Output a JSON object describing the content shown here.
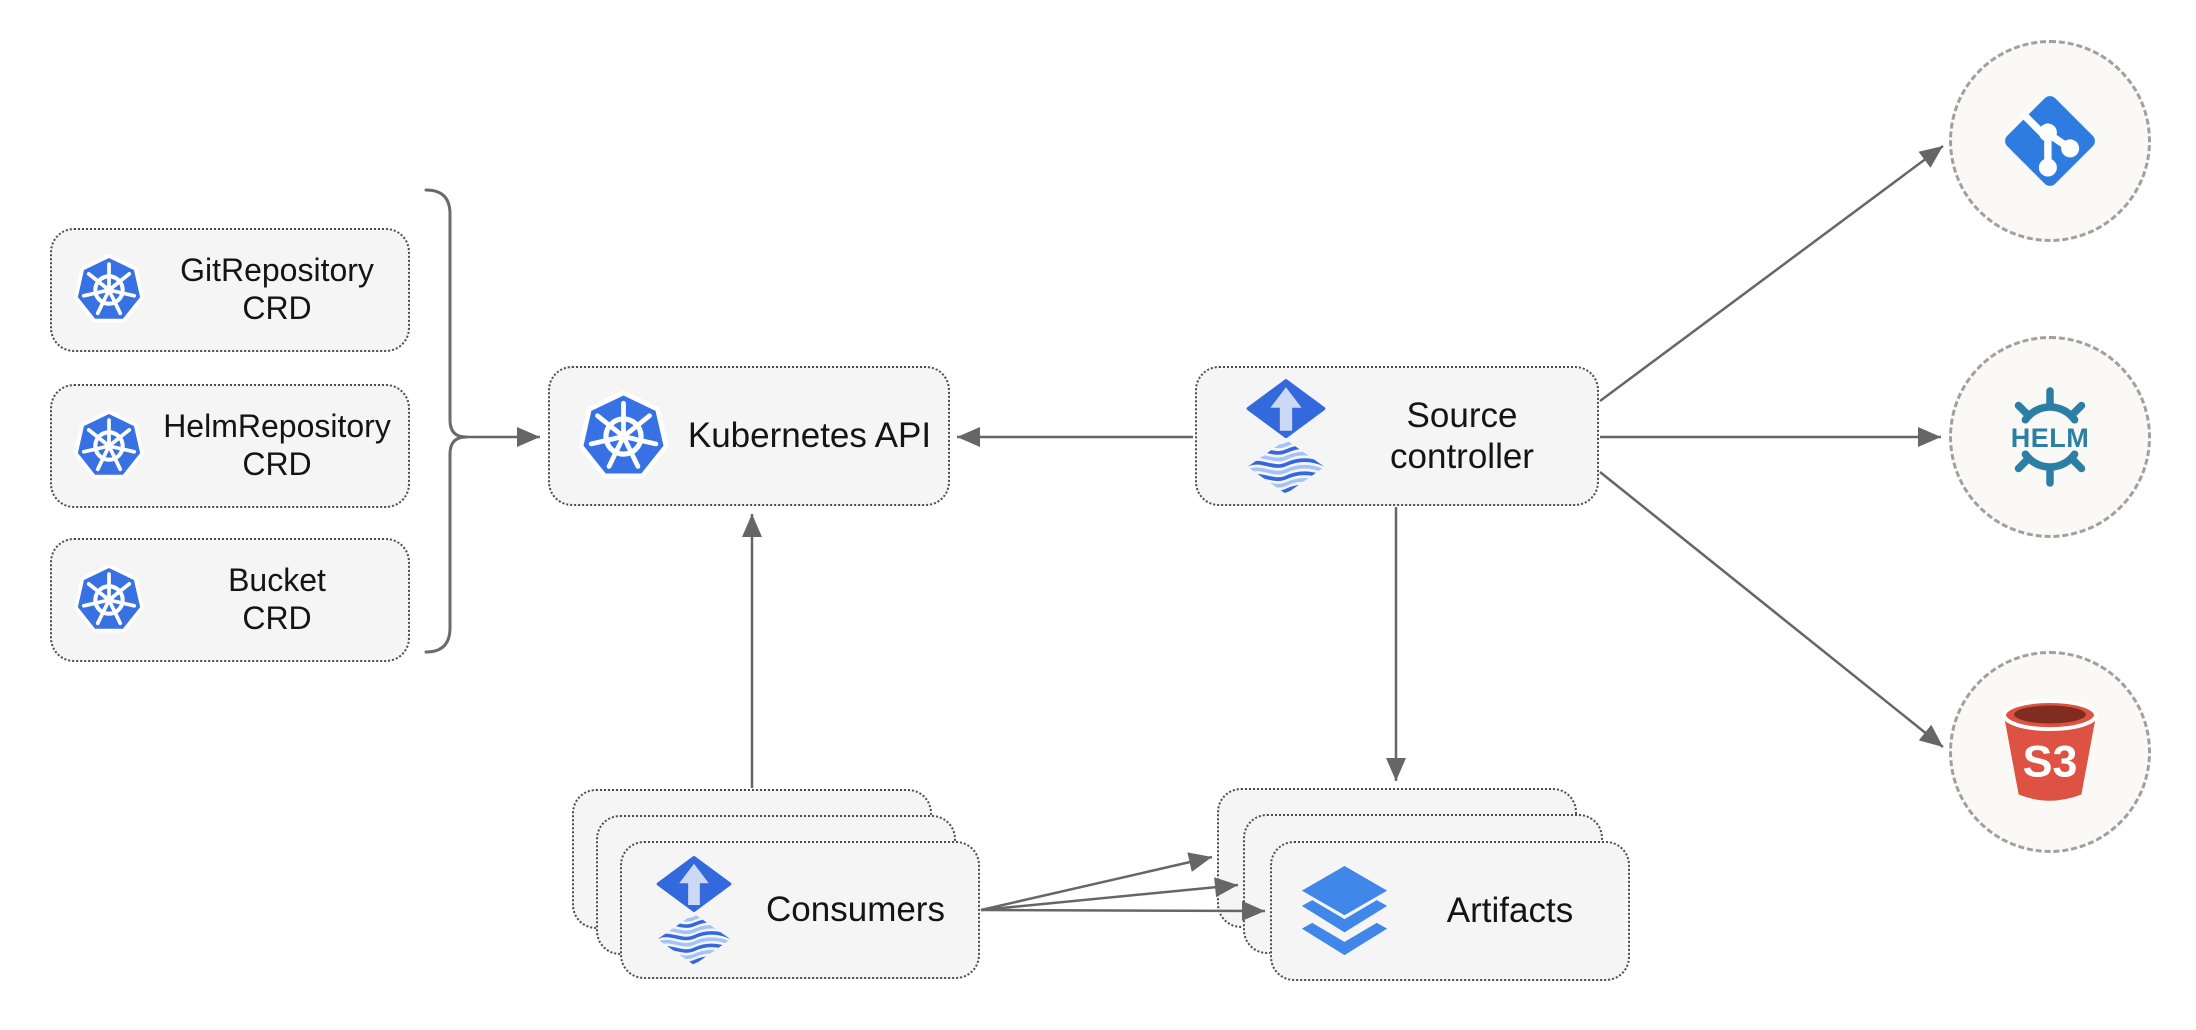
{
  "diagram": {
    "nodes": {
      "crd_boxes": [
        {
          "line1": "GitRepository",
          "line2": "CRD",
          "icon": "kubernetes-icon"
        },
        {
          "line1": "HelmRepository",
          "line2": "CRD",
          "icon": "kubernetes-icon"
        },
        {
          "line1": "Bucket",
          "line2": "CRD",
          "icon": "kubernetes-icon"
        }
      ],
      "kubernetes_api": {
        "label": "Kubernetes API",
        "icon": "kubernetes-icon"
      },
      "source_controller": {
        "line1": "Source",
        "line2": "controller",
        "icon": "flux-icon"
      },
      "consumers": {
        "label": "Consumers",
        "icon": "flux-icon",
        "stack_count": 3
      },
      "artifacts": {
        "label": "Artifacts",
        "icon": "layers-icon",
        "stack_count": 3
      },
      "external_sources": [
        {
          "name": "git",
          "icon": "git-icon"
        },
        {
          "name": "helm",
          "icon": "helm-icon",
          "label": "HELM"
        },
        {
          "name": "s3",
          "icon": "s3-bucket-icon",
          "label": "S3"
        }
      ]
    },
    "edges": [
      {
        "from": "crd-boxes-bracket",
        "to": "kubernetes-api"
      },
      {
        "from": "source-controller",
        "to": "kubernetes-api"
      },
      {
        "from": "consumers",
        "to": "kubernetes-api"
      },
      {
        "from": "source-controller",
        "to": "git"
      },
      {
        "from": "source-controller",
        "to": "helm"
      },
      {
        "from": "source-controller",
        "to": "s3"
      },
      {
        "from": "source-controller",
        "to": "artifacts"
      },
      {
        "from": "consumers",
        "to": "artifacts",
        "count": 3
      }
    ],
    "colors": {
      "kubernetes_blue": "#3871e3",
      "flux_blue": "#3468dd",
      "flux_arrow_light": "#ccd9f4",
      "flux_wave_light": "#a4c4f5",
      "layers_blue": "#4187ea",
      "git_blue": "#2f7ce0",
      "helm_teal": "#2b7fa5",
      "s3_red": "#dd5242",
      "s3_dark": "#802d20",
      "arrow_gray": "#666666",
      "node_fill": "#f5f5f5",
      "circle_fill": "#faf9f6",
      "text": "#141414"
    }
  }
}
